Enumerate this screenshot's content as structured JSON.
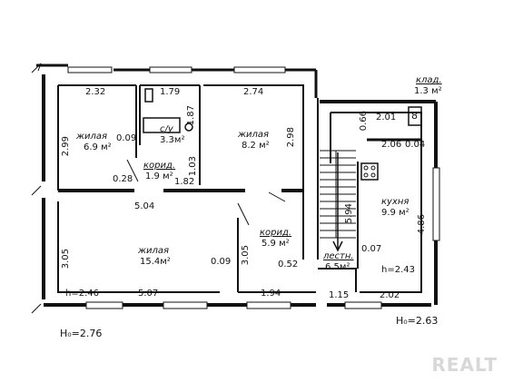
{
  "rooms": {
    "living1": {
      "name": "жилая",
      "area": "6.9 м²"
    },
    "wc": {
      "name": "с/у",
      "area": "3.3м²"
    },
    "living2": {
      "name": "жилая",
      "area": "8.2 м²"
    },
    "corridor1": {
      "name": "корид.",
      "area": "1.9 м²"
    },
    "living3": {
      "name": "жилая",
      "area": "15.4м²"
    },
    "corridor2": {
      "name": "корид.",
      "area": "5.9 м²"
    },
    "stairs": {
      "name": "лестн.",
      "area": "6.5м²"
    },
    "kitchen": {
      "name": "кухня",
      "area": "9.9 м²"
    },
    "storage": {
      "name": "клад.",
      "area": "1.3 м²"
    }
  },
  "dimensions": {
    "d_2_32": "2.32",
    "d_1_79": "1.79",
    "d_2_74": "2.74",
    "d_2_99": "2.99",
    "d_0_09a": "0.09",
    "d_1_87": "1.87",
    "d_2_98": "2.98",
    "d_1_03": "1.03",
    "d_0_28": "0.28",
    "d_1_82": "1.82",
    "d_5_04": "5.04",
    "d_3_05a": "3.05",
    "d_3_05b": "3.05",
    "d_0_09b": "0.09",
    "d_0_52": "0.52",
    "d_5_07": "5.07",
    "d_1_94": "1.94",
    "d_1_15": "1.15",
    "d_2_02": "2.02",
    "d_0_66": "0.66",
    "d_2_01": "2.01",
    "d_2_06": "2.06",
    "d_0_04": "0.04",
    "d_5_94": "5.94",
    "d_4_86": "4.86",
    "d_0_07": "0.07"
  },
  "heights": {
    "h1": "h=2.46",
    "h2": "h=2.43",
    "h_ground_left": "H₀=2.76",
    "h_ground_right": "H₀=2.63"
  },
  "storage_mark": "8",
  "watermark": "REALT"
}
